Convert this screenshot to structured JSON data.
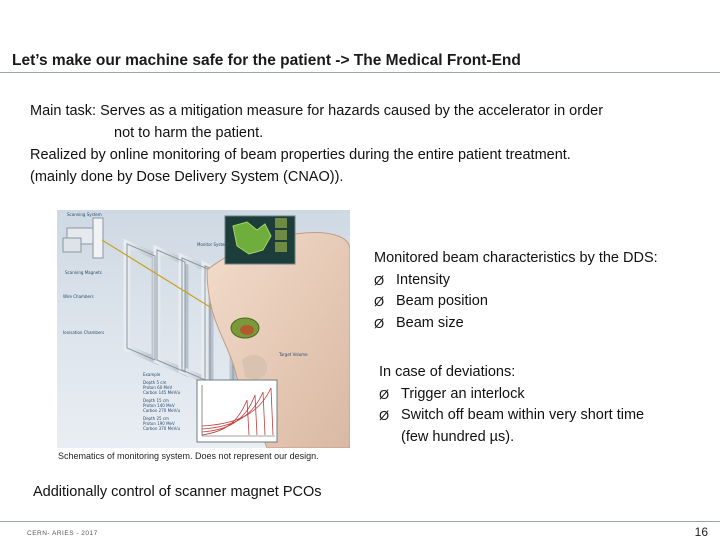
{
  "slide": {
    "title": "Let’s make our machine safe for the patient -> The Medical Front-End",
    "intro": [
      "Main task: Serves as a mitigation measure for hazards caused by the accelerator in order",
      "not to harm the patient.",
      "Realized by online monitoring of beam properties during the entire patient treatment.",
      "(mainly done by Dose Delivery System (CNAO))."
    ],
    "figure": {
      "labels": [
        "Scanning System",
        "Monitor System",
        "Scanning Magnets",
        "Wire Chambers",
        "Ionisation Chambers",
        "Target Volume",
        "Example",
        "Depth 5 cm",
        "Proton 60 MeV",
        "Carbon 145 MeV/u",
        "Depth 15 cm",
        "Proton 140 MeV",
        "Carbon 270 MeV/u",
        "Depth 25 cm",
        "Proton 190 MeV",
        "Carbon 370 MeV/u"
      ],
      "caption": "Schematics of monitoring system. Does not represent our design."
    },
    "monitored": {
      "heading": "Monitored beam characteristics by the DDS:",
      "items": [
        "Intensity",
        "Beam position",
        "Beam size"
      ]
    },
    "deviation": {
      "heading": "In case of deviations:",
      "items": [
        "Trigger an interlock",
        "Switch off beam within very short time"
      ],
      "continuation": "(few hundred µs)."
    },
    "additional": "Additionally control of scanner magnet PCOs",
    "footer": "CERN- ARIES - 2017",
    "page_number": "16",
    "bullet_glyph": "Ø"
  }
}
